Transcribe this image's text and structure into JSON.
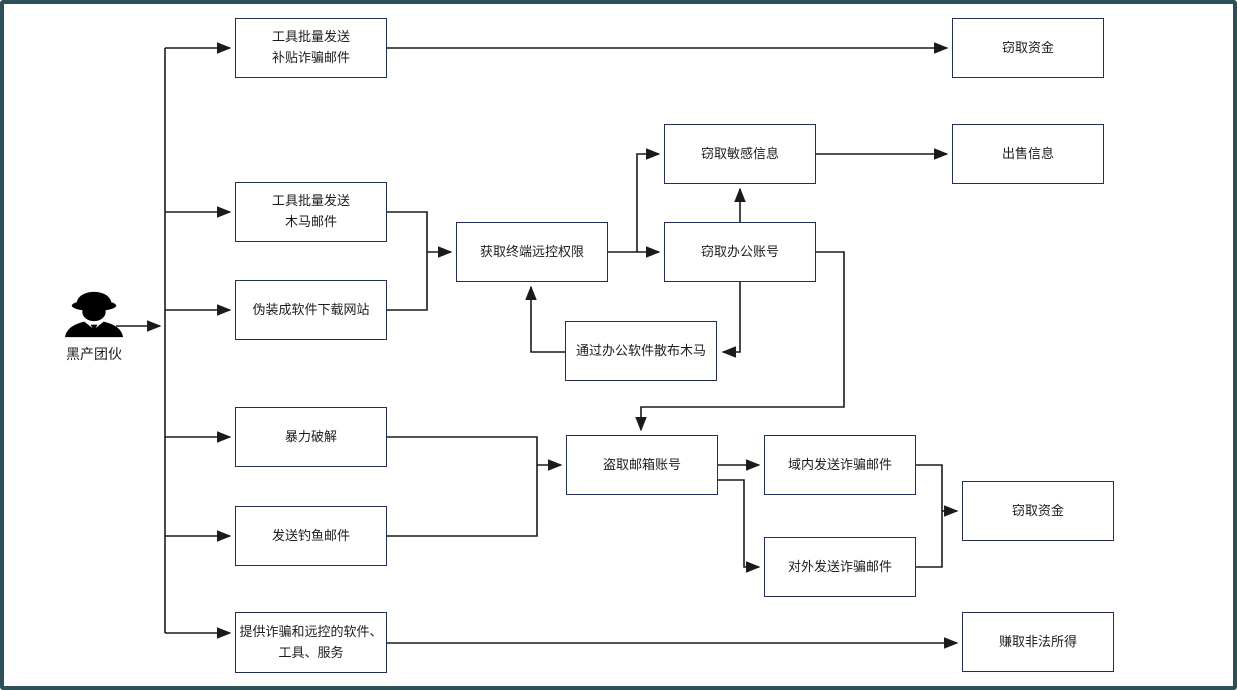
{
  "diagram": {
    "actor": {
      "label": "黑产团伙",
      "icon": "spy-icon"
    },
    "nodes": [
      {
        "id": "batch-subsidy-scam-mail",
        "label": "工具批量发送\n补贴诈骗邮件"
      },
      {
        "id": "steal-funds-top",
        "label": "窃取资金"
      },
      {
        "id": "steal-sensitive-info",
        "label": "窃取敏感信息"
      },
      {
        "id": "sell-info",
        "label": "出售信息"
      },
      {
        "id": "batch-trojan-mail",
        "label": "工具批量发送\n木马邮件"
      },
      {
        "id": "gain-terminal-remote-control",
        "label": "获取终端远控权限"
      },
      {
        "id": "steal-office-account",
        "label": "窃取办公账号"
      },
      {
        "id": "fake-software-download-site",
        "label": "伪装成软件下载网站"
      },
      {
        "id": "spread-trojan-via-office-software",
        "label": "通过办公软件散布木马"
      },
      {
        "id": "brute-force-crack",
        "label": "暴力破解"
      },
      {
        "id": "steal-mailbox-account",
        "label": "盗取邮箱账号"
      },
      {
        "id": "send-scam-mail-in-domain",
        "label": "域内发送诈骗邮件"
      },
      {
        "id": "send-phishing-mail",
        "label": "发送钓鱼邮件"
      },
      {
        "id": "send-scam-mail-external",
        "label": "对外发送诈骗邮件"
      },
      {
        "id": "steal-funds-bottom",
        "label": "窃取资金"
      },
      {
        "id": "provide-scam-remote-software-tools-services",
        "label": "提供诈骗和远控的软件、\n工具、服务"
      },
      {
        "id": "earn-illegal-income",
        "label": "赚取非法所得"
      }
    ],
    "colors": {
      "frame_border": "#2b5156",
      "node_border": "#232f55",
      "connector": "#1a1a1a",
      "text": "#1c1c1c",
      "icon": "#000000"
    }
  }
}
